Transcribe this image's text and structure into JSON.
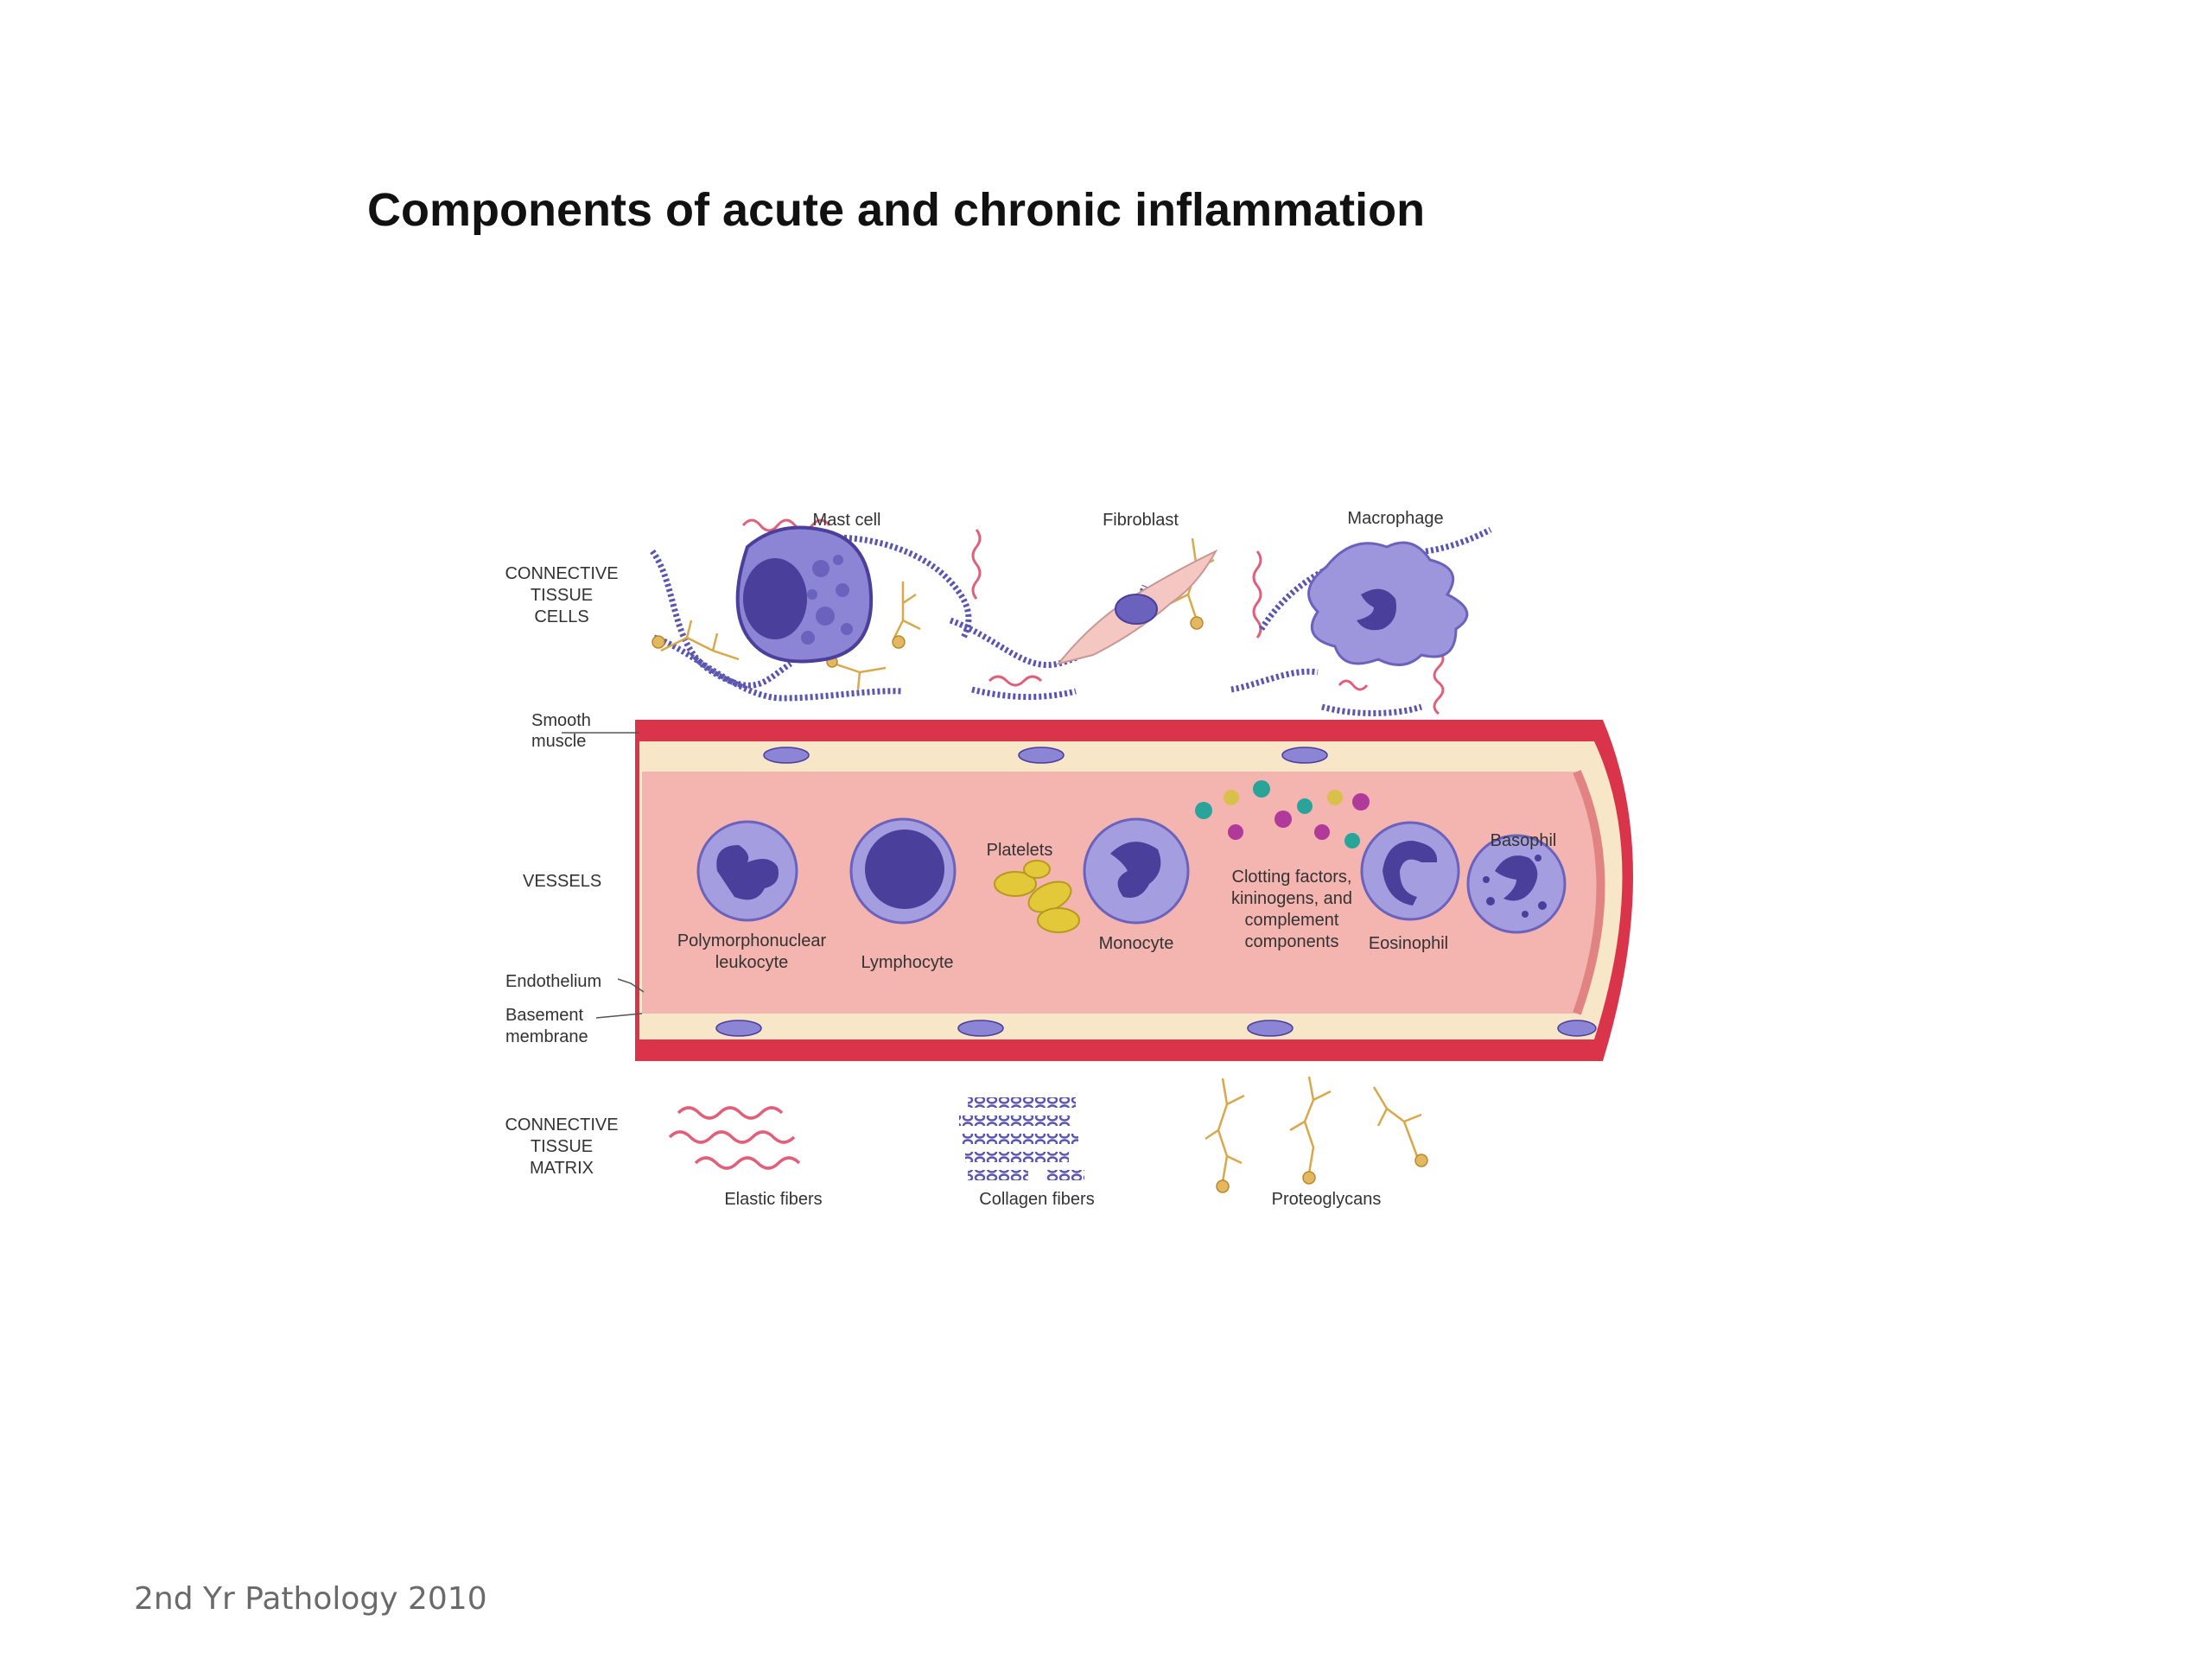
{
  "slide": {
    "title": "Components of acute and chronic inflammation",
    "footer": "2nd Yr Pathology 2010"
  },
  "figure": {
    "row_labels": {
      "connective_tissue_cells": [
        "CONNECTIVE",
        "TISSUE",
        "CELLS"
      ],
      "smooth_muscle": [
        "Smooth",
        "muscle"
      ],
      "vessels": "VESSELS",
      "endothelium": "Endothelium",
      "basement_membrane": [
        "Basement",
        "membrane"
      ],
      "connective_tissue_matrix": [
        "CONNECTIVE",
        "TISSUE",
        "MATRIX"
      ]
    },
    "cell_labels": {
      "mast_cell": "Mast cell",
      "fibroblast": "Fibroblast",
      "macrophage": "Macrophage",
      "platelets": "Platelets",
      "basophil": "Basophil",
      "pmn": [
        "Polymorphonuclear",
        "leukocyte"
      ],
      "lymphocyte": "Lymphocyte",
      "monocyte": "Monocyte",
      "clotting": [
        "Clotting factors,",
        "kininogens, and",
        "complement",
        "components"
      ],
      "eosinophil": "Eosinophil"
    },
    "matrix_labels": {
      "elastic": "Elastic fibers",
      "collagen": "Collagen fibers",
      "proteoglycans": "Proteoglycans"
    },
    "colors": {
      "vessel_wall": "#d9344a",
      "vessel_lumen": "#f4b4b0",
      "endothelium": "#f7e7c8",
      "cell_purple": "#8c84d4",
      "nucleus": "#4a3f9a",
      "elastic_fiber": "#e0607a",
      "collagen_fiber": "#5a56b0",
      "proteoglycan": "#d8a84a",
      "platelet": "#e3c83a"
    }
  }
}
